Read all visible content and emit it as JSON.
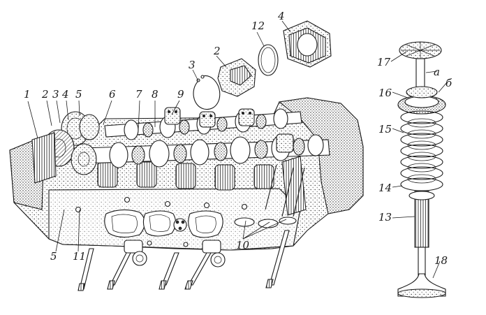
{
  "callouts": {
    "c1": "1",
    "c2": "2",
    "c3": "3",
    "c4": "4",
    "c5": "5",
    "c6": "6",
    "c7": "7",
    "c8": "8",
    "c9": "9",
    "c10": "10",
    "c11": "11",
    "c12": "12",
    "c13": "13",
    "c14": "14",
    "c15": "15",
    "c16": "16",
    "c17": "17",
    "c18": "18",
    "c5b": "5",
    "c2b": "2",
    "c3b": "3",
    "c4b": "4",
    "ca": "а",
    "cb": "б"
  }
}
